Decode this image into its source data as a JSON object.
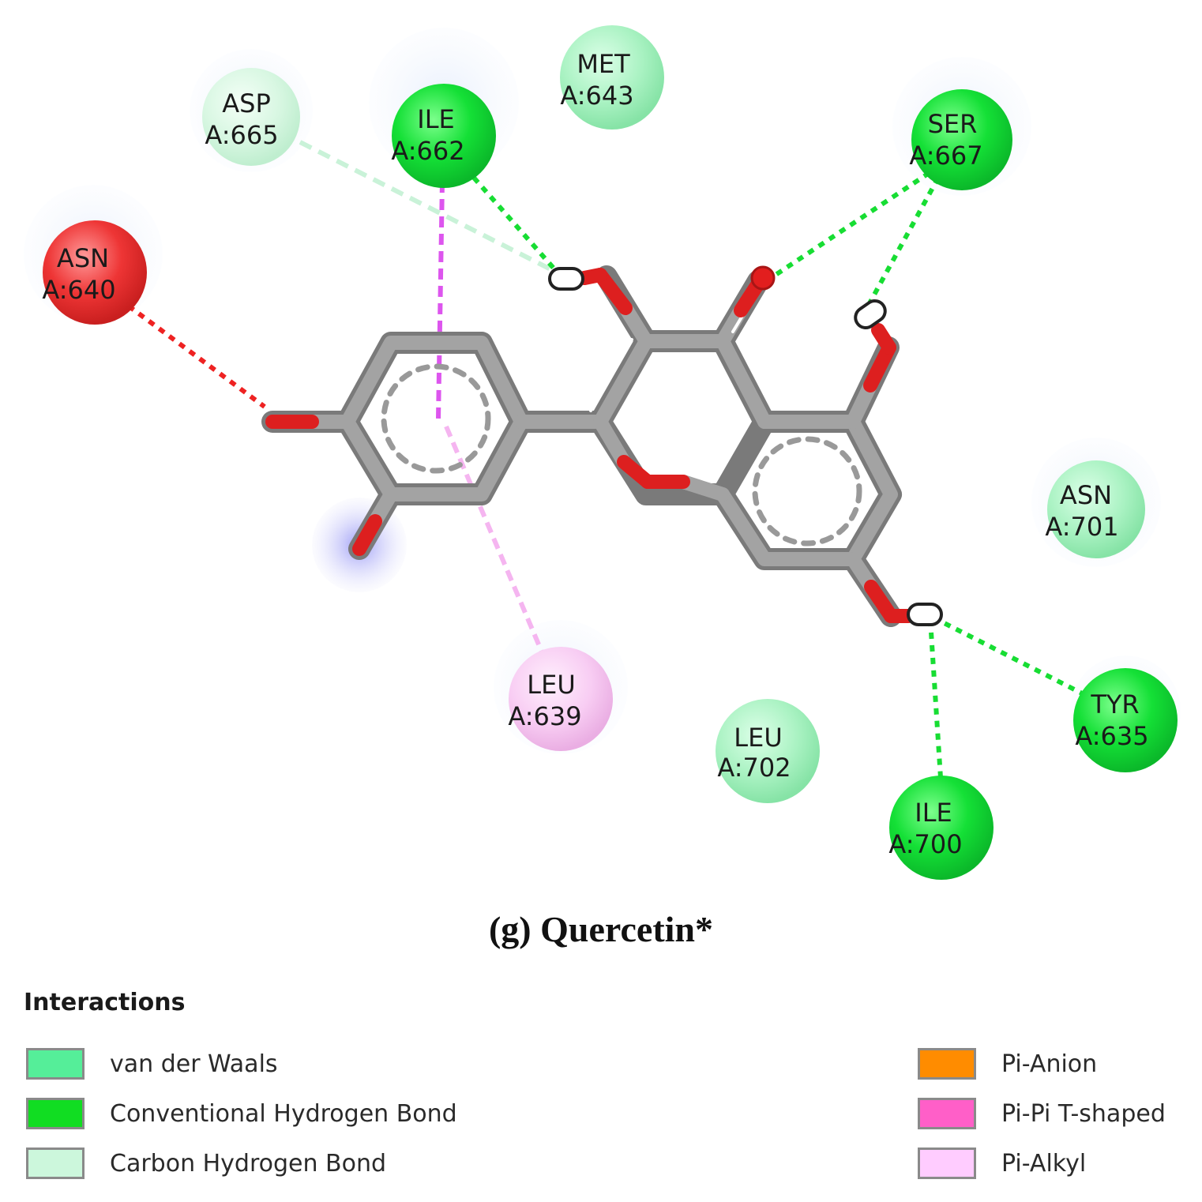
{
  "diagram": {
    "residues": [
      {
        "name": "ASP",
        "id": "A:665",
        "type": "carbon-hydrogen-bond",
        "color": "#dcf8e4",
        "halo": true
      },
      {
        "name": "ILE",
        "id": "A:662",
        "type": "conventional-hydrogen-bond",
        "color": "#11dd33",
        "halo": true
      },
      {
        "name": "MET",
        "id": "A:643",
        "type": "van-der-waals",
        "color": "#a8f0c0",
        "halo": false
      },
      {
        "name": "SER",
        "id": "A:667",
        "type": "conventional-hydrogen-bond",
        "color": "#11dd33",
        "halo": true
      },
      {
        "name": "ASN",
        "id": "A:640",
        "type": "unfavorable",
        "color": "#ee3333",
        "halo": true
      },
      {
        "name": "ASN",
        "id": "A:701",
        "type": "van-der-waals",
        "color": "#b2f2c6",
        "halo": true
      },
      {
        "name": "LEU",
        "id": "A:639",
        "type": "pi-alkyl",
        "color": "#f7c6f2",
        "halo": true
      },
      {
        "name": "LEU",
        "id": "A:702",
        "type": "van-der-waals",
        "color": "#a8f0c0",
        "halo": false
      },
      {
        "name": "TYR",
        "id": "A:635",
        "type": "conventional-hydrogen-bond",
        "color": "#11dd33",
        "halo": true
      },
      {
        "name": "ILE",
        "id": "A:700",
        "type": "conventional-hydrogen-bond",
        "color": "#11dd33",
        "halo": false
      }
    ],
    "caption": "(g) Quercetin*"
  },
  "legend": {
    "title": "Interactions",
    "left_items": [
      {
        "label": "van der Waals",
        "color": "#55ee99"
      },
      {
        "label": "Conventional Hydrogen Bond",
        "color": "#11dd22"
      },
      {
        "label": "Carbon Hydrogen Bond",
        "color": "#ccf7dc"
      }
    ],
    "right_items": [
      {
        "label": "Pi-Anion",
        "color": "#ff8c00"
      },
      {
        "label": "Pi-Pi T-shaped",
        "color": "#ff5fc8"
      },
      {
        "label": "Pi-Alkyl",
        "color": "#ffccff"
      }
    ]
  }
}
